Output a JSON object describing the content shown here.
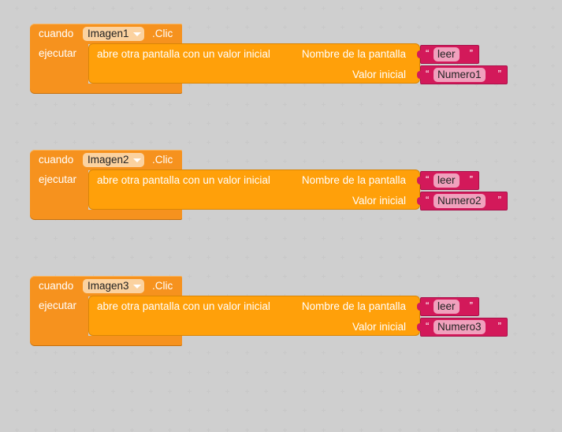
{
  "blocks": [
    {
      "when": "cuando",
      "component": "Imagen1",
      "event": ".Clic",
      "do": "ejecutar",
      "call": "abre otra pantalla con un valor inicial",
      "arg1_label": "Nombre de la pantalla",
      "arg1_value": "leer",
      "arg2_label": "Valor inicial",
      "arg2_value": "Numero1"
    },
    {
      "when": "cuando",
      "component": "Imagen2",
      "event": ".Clic",
      "do": "ejecutar",
      "call": "abre otra pantalla con un valor inicial",
      "arg1_label": "Nombre de la pantalla",
      "arg1_value": "leer",
      "arg2_label": "Valor inicial",
      "arg2_value": "Numero2"
    },
    {
      "when": "cuando",
      "component": "Imagen3",
      "event": ".Clic",
      "do": "ejecutar",
      "call": "abre otra pantalla con un valor inicial",
      "arg1_label": "Nombre de la pantalla",
      "arg1_value": "leer",
      "arg2_label": "Valor inicial",
      "arg2_value": "Numero3"
    }
  ],
  "quote_open": "“",
  "quote_close": "”",
  "colors": {
    "event": "#f6921e",
    "call": "#ffa00a",
    "text": "#d3195a"
  }
}
